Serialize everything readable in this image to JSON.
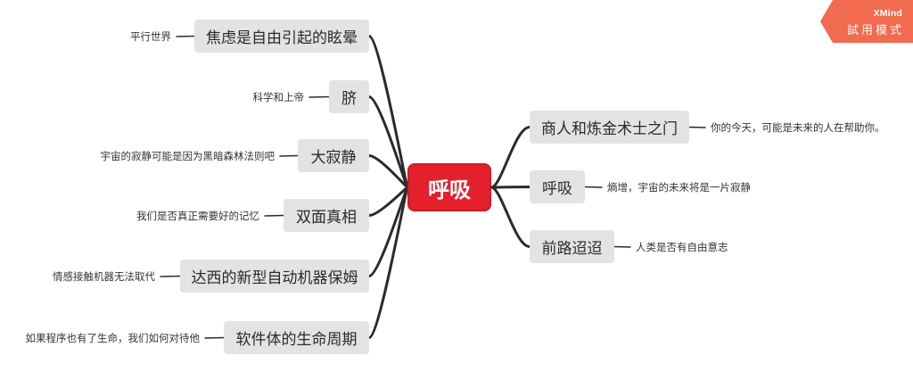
{
  "watermark": {
    "brand": "XMind",
    "mode": "試用模式",
    "color": "#f26a4f"
  },
  "central_topic": {
    "label": "呼吸",
    "color": "#e5202d"
  },
  "branches_left": [
    {
      "label": "焦虑是自由引起的眩晕",
      "note": "平行世界"
    },
    {
      "label": "脐",
      "note": "科学和上帝"
    },
    {
      "label": "大寂静",
      "note": "宇宙的寂静可能是因为黑暗森林法则吧"
    },
    {
      "label": "双面真相",
      "note": "我们是否真正需要好的记忆"
    },
    {
      "label": "达西的新型自动机器保姆",
      "note": "情感接触机器无法取代"
    },
    {
      "label": "软件体的生命周期",
      "note": "如果程序也有了生命，我们如何对待他"
    }
  ],
  "branches_right": [
    {
      "label": "商人和炼金术士之门",
      "note": "你的今天，可能是未来的人在帮助你。"
    },
    {
      "label": "呼吸",
      "note": "熵增，宇宙的未来将是一片寂静"
    },
    {
      "label": "前路迢迢",
      "note": "人类是否有自由意志"
    }
  ],
  "colors": {
    "topic_bg": "#e3e3e3",
    "line": "#2b2b2b"
  }
}
